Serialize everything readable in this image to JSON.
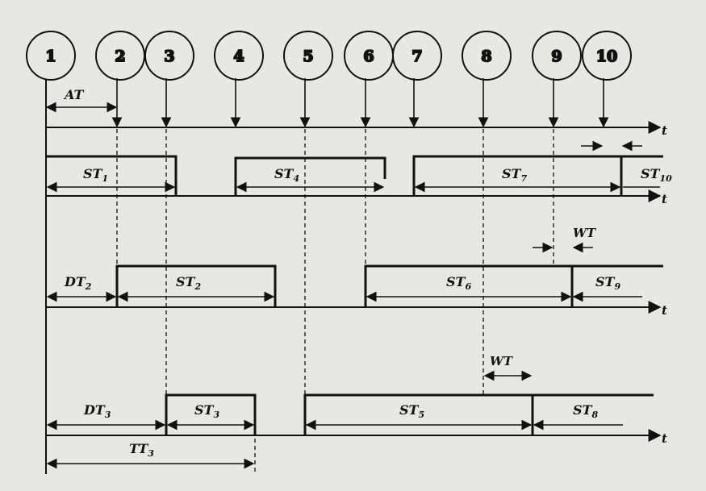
{
  "events": [
    "1",
    "2",
    "3",
    "4",
    "5",
    "6",
    "7",
    "8",
    "9",
    "10"
  ],
  "axis_label": "t",
  "labels": {
    "at": "AT",
    "st1": {
      "base": "ST",
      "sub": "1"
    },
    "st4": {
      "base": "ST",
      "sub": "4"
    },
    "st7": {
      "base": "ST",
      "sub": "7"
    },
    "st10": {
      "base": "ST",
      "sub": "10"
    },
    "dt2": {
      "base": "DT",
      "sub": "2"
    },
    "st2": {
      "base": "ST",
      "sub": "2"
    },
    "st6": {
      "base": "ST",
      "sub": "6"
    },
    "st9": {
      "base": "ST",
      "sub": "9"
    },
    "wt_a": "WT",
    "wt_b": "WT",
    "dt3": {
      "base": "DT",
      "sub": "3"
    },
    "st3": {
      "base": "ST",
      "sub": "3"
    },
    "st5": {
      "base": "ST",
      "sub": "5"
    },
    "st8": {
      "base": "ST",
      "sub": "8"
    },
    "tt3": {
      "base": "TT",
      "sub": "3"
    }
  }
}
